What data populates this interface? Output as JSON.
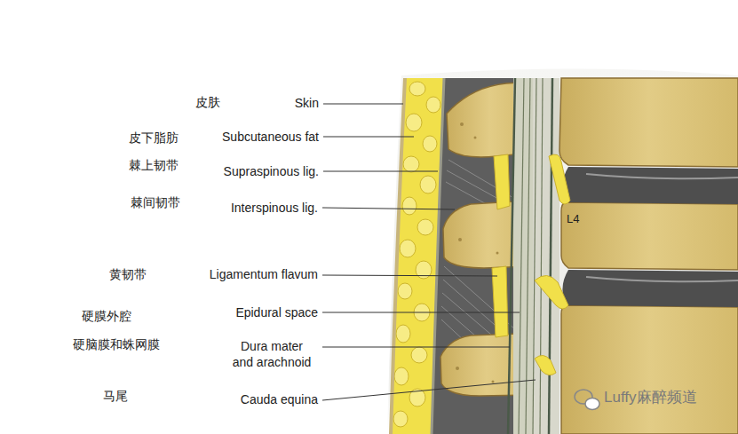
{
  "diagram": {
    "labels": [
      "皮肤",
      "Skin",
      "皮下脂肪",
      "Subcutaneous fat",
      "棘上韧带",
      "Supraspinous lig.",
      "棘间韧带",
      "Interspinous lig.",
      "黄韧带",
      "Ligamentum flavum",
      "硬膜外腔",
      "Epidural space",
      "硬脑膜和蛛网膜",
      "Dura mater and arachnoid",
      "马尾",
      "Cauda equina",
      "L4",
      "Luffy麻醉频道"
    ]
  }
}
